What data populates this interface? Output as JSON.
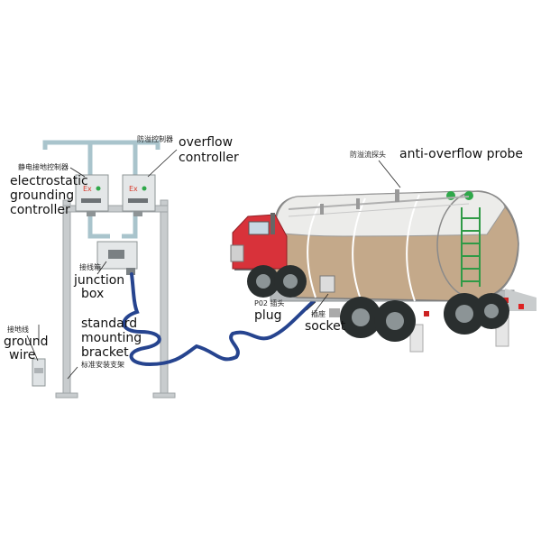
{
  "labels": {
    "overflow_controller": {
      "zh": "防溢控制器",
      "en_line1": "overflow",
      "en_line2": "controller"
    },
    "grounding_controller": {
      "zh": "静电接地控制器",
      "en_line1": "electrostatic",
      "en_line2": "grounding",
      "en_line3": "controller"
    },
    "junction_box": {
      "zh": "接线箱",
      "en_line1": "junction",
      "en_line2": "box"
    },
    "mounting_bracket": {
      "en_line1": "standard",
      "en_line2": "mounting",
      "en_line3": "bracket",
      "zh": "标准安装支架"
    },
    "ground_wire": {
      "zh": "接地线",
      "en_line1": "ground",
      "en_line2": "wire"
    },
    "plug": {
      "zh": "P02 插头",
      "en": "plug"
    },
    "socket": {
      "zh": "插座",
      "en": "socket"
    },
    "anti_overflow_probe": {
      "zh": "防溢流探头",
      "en": "anti-overflow probe"
    }
  },
  "device_marks": {
    "ex_left": "Ex",
    "ex_right": "Ex"
  },
  "colors": {
    "pipe": "#a9c4cc",
    "frame": "#c8ccce",
    "cable": "#26448f",
    "tank_fill": "#c4a98a",
    "tank_top": "#e4e4e0",
    "cab_red": "#d8323a",
    "device_green": "#2fa84a",
    "ex_red": "#d83a2a"
  },
  "icons": [
    "controller-box",
    "junction-box",
    "ground-clamp",
    "plug-connector",
    "tanker-truck",
    "ladder"
  ]
}
